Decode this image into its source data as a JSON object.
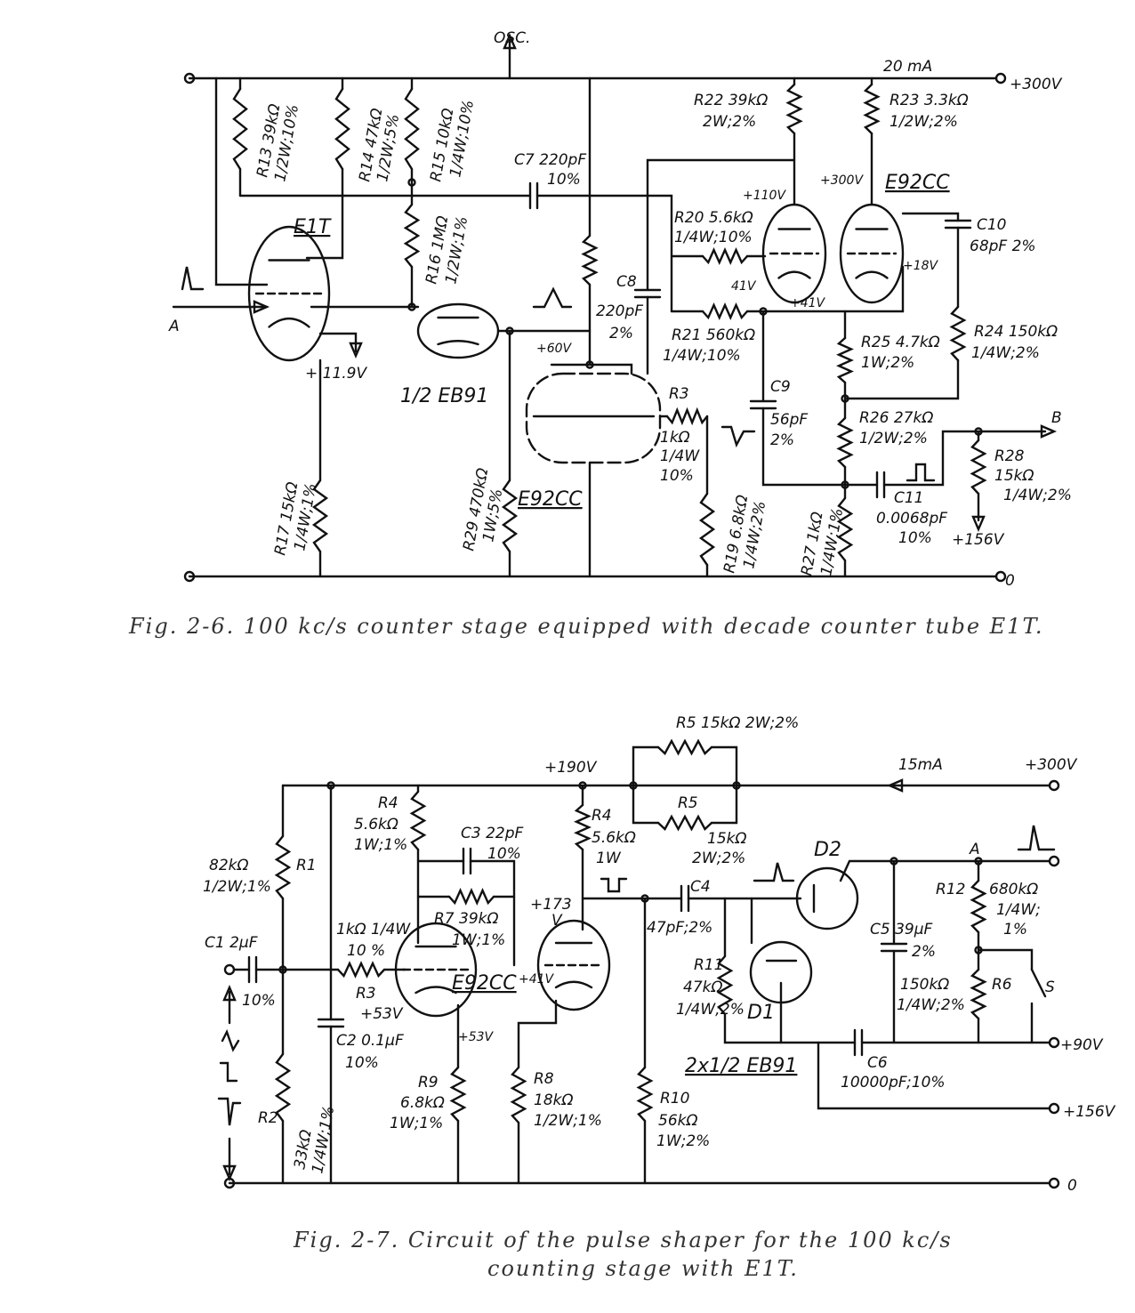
{
  "fig1": {
    "caption": "Fig. 2-6.   100 kc/s counter stage equipped with decade counter tube E1T.",
    "labels": {
      "osc": "OSC.",
      "current": "20 mA",
      "supply": "+300V",
      "r22a": "R22 39kΩ",
      "r22b": "2W;2%",
      "r23a": "R23 3.3kΩ",
      "r23b": "1/2W;2%",
      "r13a": "R13 39kΩ",
      "r13b": "1/2W;10%",
      "r14a": "R14 47kΩ",
      "r14b": "1/2W;5%",
      "r15a": "R15 10kΩ",
      "r15b": "1/4W;10%",
      "c7a": "C7 220pF",
      "c7b": "10%",
      "v300": "+300V",
      "e92cc_top": "E92CC",
      "v110": "+110V",
      "e1t": "E1T",
      "r16a": "R16 1MΩ",
      "r16b": "1/2W;1%",
      "r20a": "R20 5.6kΩ",
      "r20b": "1/4W;10%",
      "c10a": "C10",
      "c10b": "68pF 2%",
      "c8": "C8",
      "c8a": "220pF",
      "c8b": "2%",
      "v41": "41V",
      "v18": "+18V",
      "v41b": "+41V",
      "input_a": "A",
      "r21a": "R21 560kΩ",
      "r21b": "1/4W;10%",
      "r25a": "R25 4.7kΩ",
      "r25b": "1W;2%",
      "r24a": "R24 150kΩ",
      "r24b": "1/4W;2%",
      "v119": "+ 11.9V",
      "eb91": "1/2 EB91",
      "v60": "+60V",
      "r3": "R3",
      "r3a": "1kΩ",
      "r3b": "1/4W",
      "r3c": "10%",
      "c9": "C9",
      "c9a": "56pF",
      "c9b": "2%",
      "r26a": "R26 27kΩ",
      "r26b": "1/2W;2%",
      "out_b": "B",
      "r28": "R28",
      "r28a": "15kΩ",
      "r28b": "1/4W;2%",
      "c11": "C11",
      "c11a": "0.0068pF",
      "c11b": "10%",
      "v156": "+156V",
      "r17a": "R17 15kΩ",
      "r17b": "1/4W;1%",
      "r29a": "R29 470kΩ",
      "r29b": "1W;5%",
      "e92cc_bottom": "E92CC",
      "r19a": "R19 6.8kΩ",
      "r19b": "1/4W;2%",
      "r27a": "R27 1kΩ",
      "r27b": "1/4W;1%",
      "ground": "0"
    }
  },
  "fig2": {
    "caption_line1": "Fig. 2-7.   Circuit of the pulse shaper for the 100 kc/s",
    "caption_line2": "counting stage with E1T.",
    "labels": {
      "r5top": "R5  15kΩ  2W;2%",
      "v190": "+190V",
      "current": "15mA",
      "supply": "+300V",
      "r4l": "R4",
      "r4la": "5.6kΩ",
      "r4lb": "1W;1%",
      "c3a": "C3 22pF",
      "c3b": "10%",
      "r4r": "R4",
      "r4ra": "5.6kΩ",
      "r4rb": "1W",
      "r5": "R5",
      "r5a": "15kΩ",
      "r5b": "2W;2%",
      "d2": "D2",
      "node_a": "A",
      "r1a": "82kΩ",
      "r1b": "1/2W;1%",
      "r1": "R1",
      "r7a": "R7 39kΩ",
      "r7b": "1W;1%",
      "v173": "+173",
      "v173b": "V",
      "c4": "C4",
      "c4a": "47pF;2%",
      "r12": "R12",
      "r12a": "680kΩ",
      "r12b": "1/4W;",
      "r12c": "1%",
      "r3a": "1kΩ 1/4W",
      "r3b": "10 %",
      "c1a": "C1 2μF",
      "c1b": "10%",
      "e92cc": "E92CC",
      "v41": "+41V",
      "r3": "R3",
      "v53": "+53V",
      "c5a": "C5  39μF",
      "c5b": "2%",
      "r11": "R11",
      "r11a": "47kΩ",
      "r11b": "1/4W;2%",
      "d1": "D1",
      "r6a": "150kΩ",
      "r6b": "1/4W;2%",
      "r6": "R6",
      "switch": "S",
      "v90": "+90V",
      "c2a": "C2  0.1μF",
      "c2b": "10%",
      "v53b": "+53V",
      "eb91": "2x1/2 EB91",
      "c6": "C6",
      "c6a": "10000pF;10%",
      "r2": "R2",
      "r2a": "33kΩ",
      "r2b": "1/4W;1%",
      "r9": "R9",
      "r9a": "6.8kΩ",
      "r9b": "1W;1%",
      "r8": "R8",
      "r8a": "18kΩ",
      "r8b": "1/2W;1%",
      "r10": "R10",
      "r10a": "56kΩ",
      "r10b": "1W;2%",
      "v156": "+156V",
      "ground": "0"
    }
  }
}
